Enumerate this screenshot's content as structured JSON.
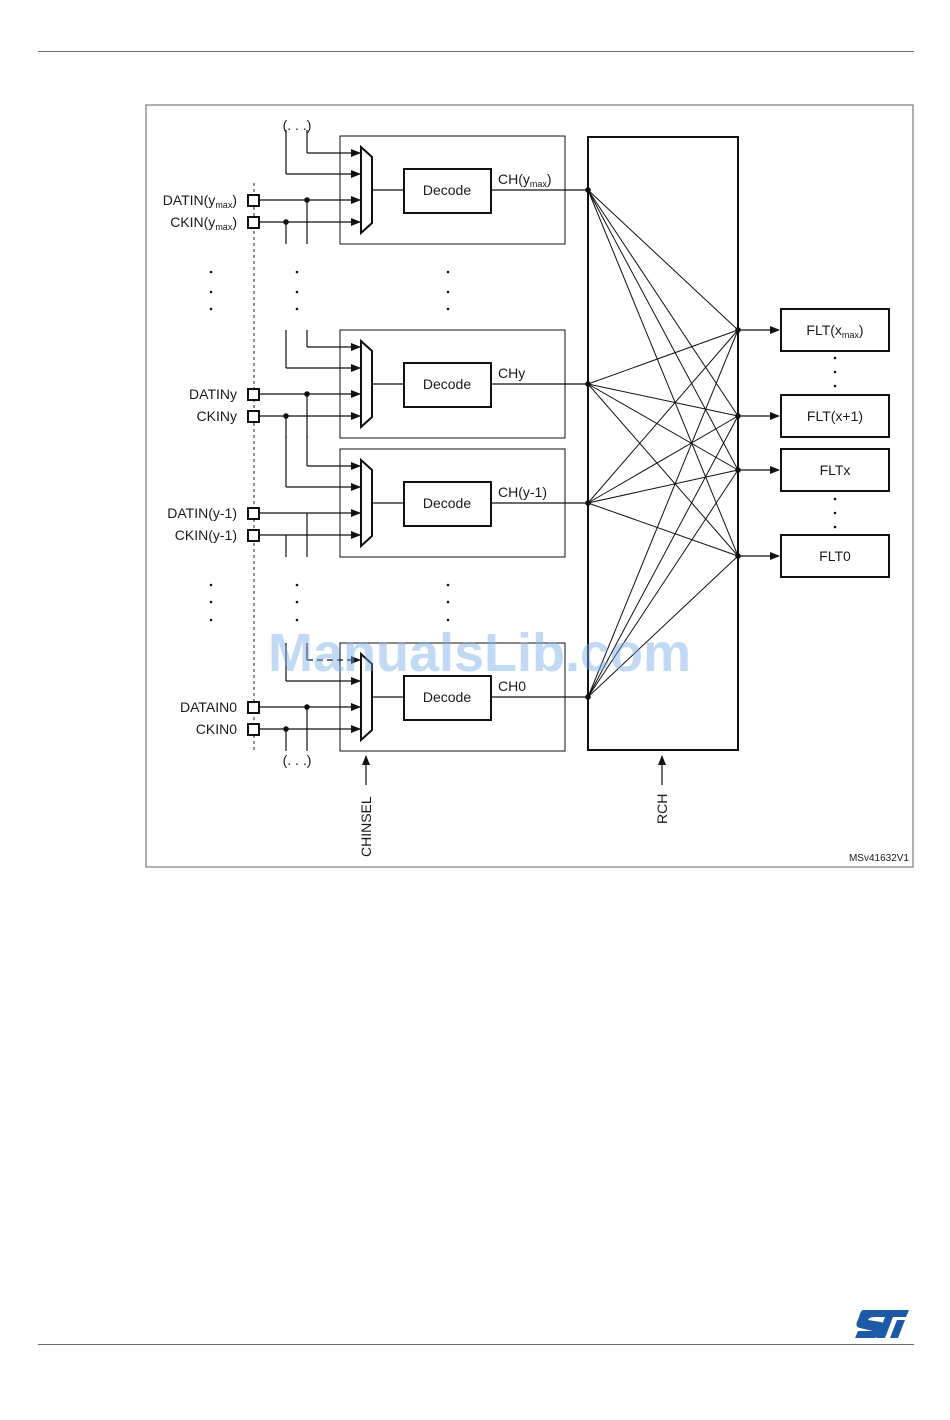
{
  "page": {
    "logo": "ST logo",
    "brand_color": "#03234b",
    "logo_color": "#1c5aa6"
  },
  "figure": {
    "id": "MSv41632V1",
    "watermark": "ManualsLib.com",
    "channels": [
      {
        "data_in": "DATIN(y",
        "data_in_sub": "max",
        "data_in_close": ")",
        "ck_in": "CKIN(y",
        "ck_in_sub": "max",
        "ck_in_close": ")",
        "ch": "CH(y",
        "ch_sub": "max",
        "ch_close": ")",
        "decoder": "Decode"
      },
      {
        "data_in": "DATINy",
        "data_in_sub": "",
        "data_in_close": "",
        "ck_in": "CKINy",
        "ck_in_sub": "",
        "ck_in_close": "",
        "ch": "CHy",
        "ch_sub": "",
        "ch_close": "",
        "decoder": "Decode"
      },
      {
        "data_in": "DATIN(y-1)",
        "data_in_sub": "",
        "data_in_close": "",
        "ck_in": "CKIN(y-1)",
        "ck_in_sub": "",
        "ck_in_close": "",
        "ch": "CH(y-1)",
        "ch_sub": "",
        "ch_close": "",
        "decoder": "Decode"
      },
      {
        "data_in": "DATAIN0",
        "data_in_sub": "",
        "data_in_close": "",
        "ck_in": "CKIN0",
        "ck_in_sub": "",
        "ck_in_close": "",
        "ch": "CH0",
        "ch_sub": "",
        "ch_close": "",
        "decoder": "Decode"
      }
    ],
    "filters": [
      {
        "label": "FLT(x",
        "sub": "max",
        "close": ")"
      },
      {
        "label": "FLT(x+1)",
        "sub": "",
        "close": ""
      },
      {
        "label": "FLTx",
        "sub": "",
        "close": ""
      },
      {
        "label": "FLT0",
        "sub": "",
        "close": ""
      }
    ],
    "ellipsis_label": "(. . .)",
    "chinsel_label": "CHINSEL",
    "rch_label": "RCH"
  }
}
